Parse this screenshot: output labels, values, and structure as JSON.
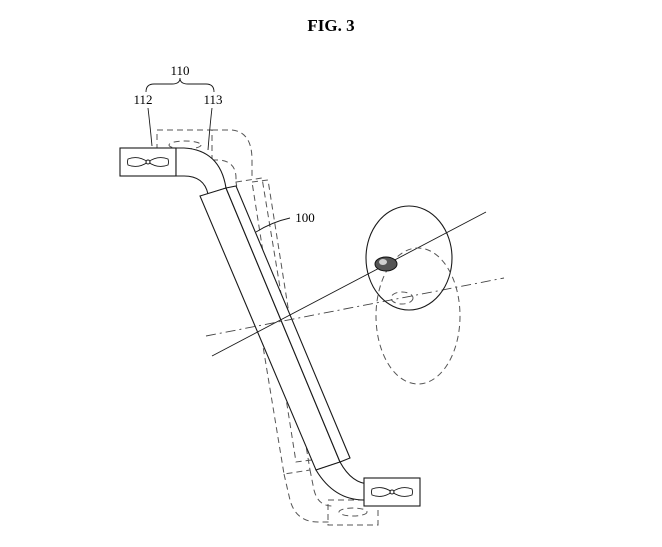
{
  "figure": {
    "title": "FIG. 3",
    "labels": {
      "group_ref": "110",
      "left_ref": "112",
      "right_ref": "113",
      "body_ref": "100"
    }
  }
}
